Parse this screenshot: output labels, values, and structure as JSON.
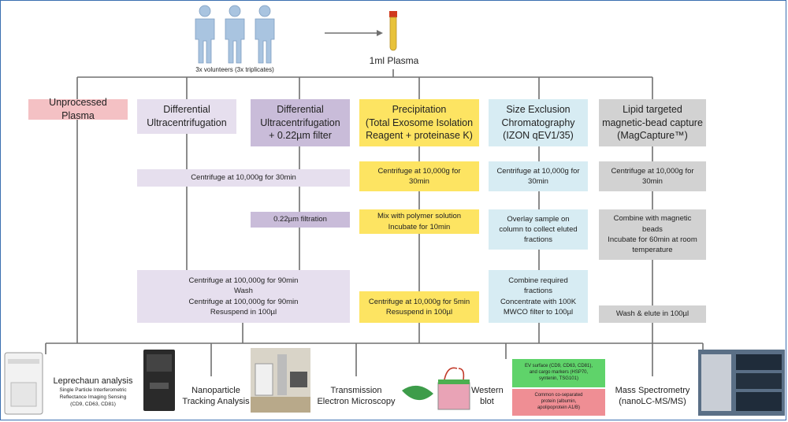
{
  "top": {
    "donors_caption": "3x volunteers (3x triplicates)",
    "plasma_label": "1ml Plasma"
  },
  "methods": [
    {
      "label": "Unprocessed Plasma",
      "color": "#f4c1c4"
    },
    {
      "label": "Differential\nUltracentrifugation",
      "color": "#e6dfee"
    },
    {
      "label": "Differential\nUltracentrifugation\n+ 0.22µm filter",
      "color": "#c9bcd9"
    },
    {
      "label": "Precipitation\n(Total Exosome Isolation\nReagent + proteinase K)",
      "color": "#fde462"
    },
    {
      "label": "Size Exclusion\nChromatography\n(IZON qEV1/35)",
      "color": "#d7ecf3"
    },
    {
      "label": "Lipid targeted\nmagnetic-bead capture\n(MagCapture™)",
      "color": "#d2d2d2"
    }
  ],
  "steps": {
    "uc_centrifuge": "Centrifuge at 10,000g for 30min",
    "filtration": "0.22µm filtration",
    "uc_final": "Centrifuge at 100,000g for 90min\nWash\nCentrifuge at 100,000g for 90min\nResuspend in 100µl",
    "prec_centrifuge": "Centrifuge at 10,000g for\n30min",
    "prec_mix": "Mix with polymer solution\nIncubate for 10min",
    "prec_final": "Centrifuge at 10,000g for 5min\nResuspend in 100µl",
    "sec_centrifuge": "Centrifuge at 10,000g for\n30min",
    "sec_overlay": "Overlay sample on\ncolumn to collect eluted\nfractions",
    "sec_final": "Combine required\nfractions\nConcentrate with 100K\nMWCO filter to 100µl",
    "mag_centrifuge": "Centrifuge at 10,000g for\n30min",
    "mag_combine": "Combine with magnetic\nbeads\nIncubate for 60min at room\ntemperature",
    "mag_final": "Wash & elute in 100µl"
  },
  "analyses": {
    "leprechaun": "Leprechaun analysis",
    "leprechaun_sub": "Single Particle Interferometric\nReflectance Imaging Sensing\n(CD9, CD63, CD81)",
    "nta": "Nanoparticle\nTracking Analysis",
    "tem": "Transmission\nElectron Microscopy",
    "western": "Western\nblot",
    "wb_green": "EV surface (CD9, CD63, CD81),\nand cargo markers (HSP70,\nsyntenin, TSG101)",
    "wb_pink": "Common co-separated\nprotein (albumin,\napolipoprotein A1/B)",
    "ms": "Mass Spectrometry\n(nanoLC-MS/MS)"
  },
  "colors": {
    "border": "#3a6fb0",
    "line": "#707070",
    "person": "#a9c4e0",
    "tube_cap": "#d03a1e",
    "tube_body": "#e8c23a",
    "wb_green": "#5fd36a",
    "wb_pink": "#ef8e94"
  },
  "icons": [
    "person-icon",
    "plasma-tube-icon",
    "arrow-icon",
    "leprechaun-instrument-icon",
    "nta-instrument-icon",
    "electron-microscope-icon",
    "western-blot-apparatus-icon",
    "mass-spectrometer-icon"
  ]
}
